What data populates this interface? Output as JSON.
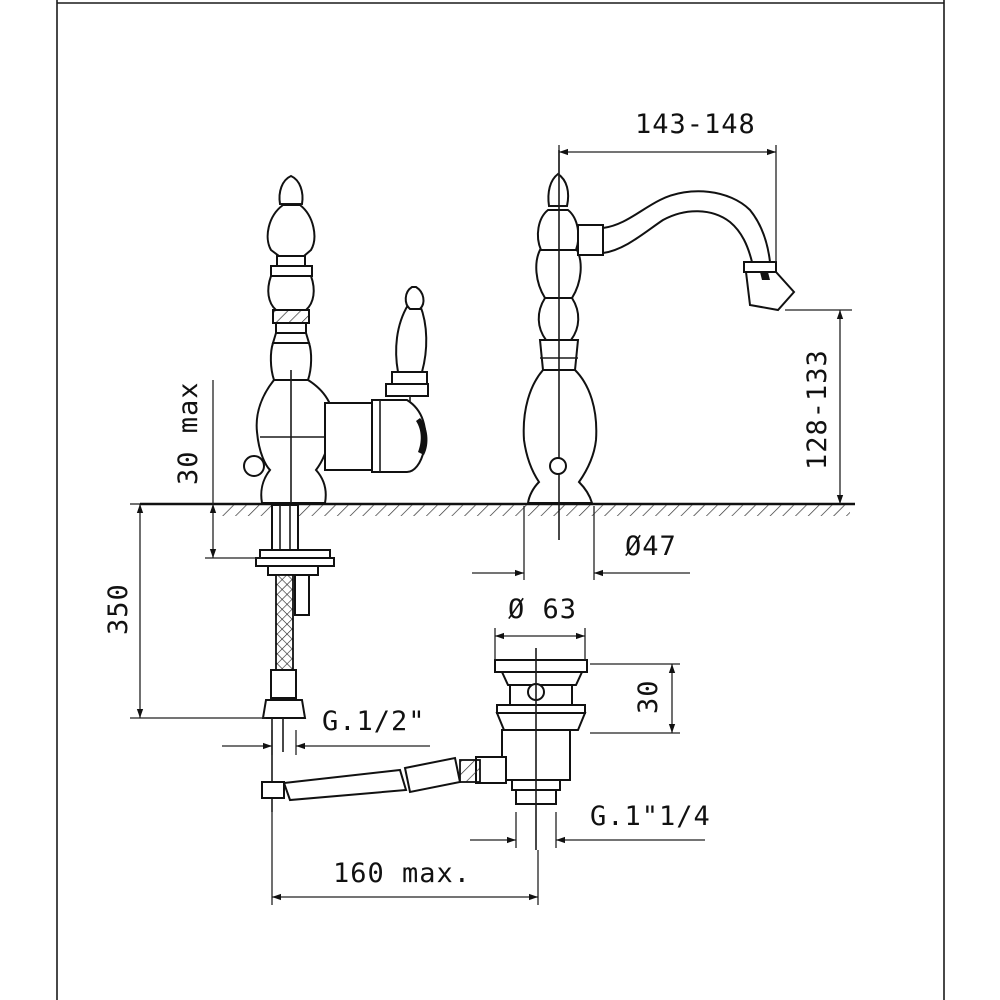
{
  "dimensions": {
    "spout_reach": "143-148",
    "spout_height": "128-133",
    "deck_thickness": "30 max",
    "tail_length": "350",
    "base_diameter": "Ø47",
    "plug_diameter": "Ø 63",
    "plug_height": "30",
    "supply_thread": "G.1/2\"",
    "waste_thread": "G.1\"1/4",
    "rod_length": "160 max."
  },
  "colors": {
    "line": "#111111",
    "background": "#ffffff"
  }
}
